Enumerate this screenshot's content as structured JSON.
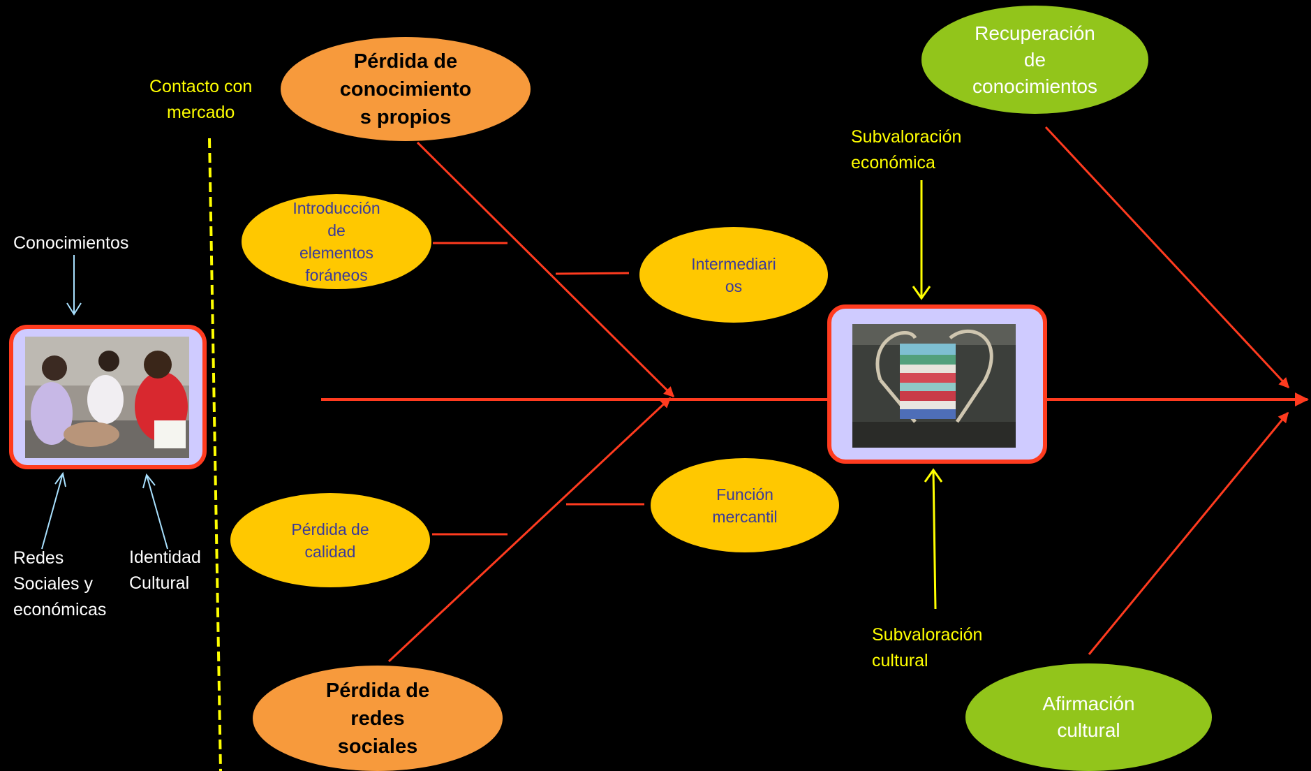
{
  "colors": {
    "background": "#000000",
    "arrow_red": "#FF3B1F",
    "orange": "#F79A3C",
    "yellow": "#FFC800",
    "green": "#92C51B",
    "label_yellow": "#FFFF00"
  },
  "labels": {
    "contacto": "Contacto con\nmercado",
    "conocimientos": "Conocimientos",
    "redes": "Redes\nSociales y\neconómicas",
    "identidad": "Identidad\nCultural",
    "subval_economica": "Subvaloración\neconómica",
    "subval_cultural": "Subvaloración\ncultural"
  },
  "nodes": {
    "perdida_conocimientos": "Pérdida de\nconocimiento\ns propios",
    "introduccion": "Introducción\nde\nelementos\nforáneos",
    "intermediarios": "Intermediari\nos",
    "perdida_calidad": "Pérdida de\ncalidad",
    "funcion_mercantil": "Función\nmercantil",
    "perdida_redes": "Pérdida de\nredes\nsociales",
    "recuperacion": "Recuperación\nde\nconocimientos",
    "afirmacion": "Afirmación\ncultural"
  },
  "images": {
    "left_photo": "women-weaving-photo",
    "center_photo": "woven-bag-photo"
  }
}
